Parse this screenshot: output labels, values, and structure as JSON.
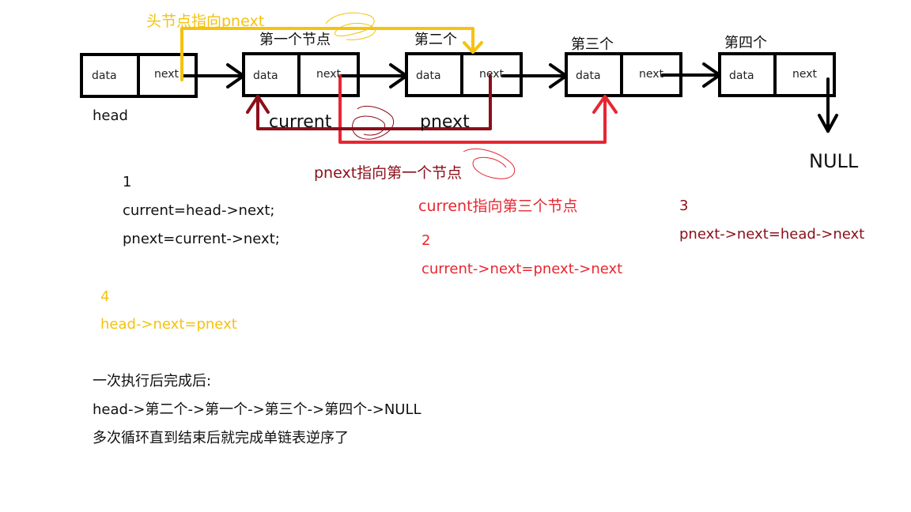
{
  "nodes": [
    {
      "id": "head",
      "data": "data",
      "next": "next",
      "caption": "head"
    },
    {
      "id": "n1",
      "data": "data",
      "next": "next",
      "caption": "第一个节点"
    },
    {
      "id": "n2",
      "data": "data",
      "next": "next",
      "caption": "第二个"
    },
    {
      "id": "n3",
      "data": "data",
      "next": "next",
      "caption": "第三个"
    },
    {
      "id": "n4",
      "data": "data",
      "next": "next",
      "caption": "第四个"
    }
  ],
  "null_label": "NULL",
  "pointer_labels": {
    "current": "current",
    "pnext": "pnext"
  },
  "annotations": {
    "head_to_pnext": "头节点指向pnext",
    "pnext_to_first": "pnext指向第一个节点",
    "current_to_third": "current指向第三个节点"
  },
  "steps": {
    "s1": {
      "num": "1",
      "line1": "current=head->next;",
      "line2": "pnext=current->next;"
    },
    "s2": {
      "num": "2",
      "line1": "current->next=pnext->next"
    },
    "s3": {
      "num": "3",
      "line1": "pnext->next=head->next"
    },
    "s4": {
      "num": "4",
      "line1": "head->next=pnext"
    }
  },
  "summary": {
    "line1": "一次执行后完成后:",
    "line2": "head->第二个->第一个->第三个->第四个->NULL",
    "line3": "多次循环直到结束后就完成单链表逆序了"
  },
  "colors": {
    "yellow": "#f5c20f",
    "red": "#e82630",
    "darkred": "#8b0f1a",
    "black": "#000000"
  }
}
